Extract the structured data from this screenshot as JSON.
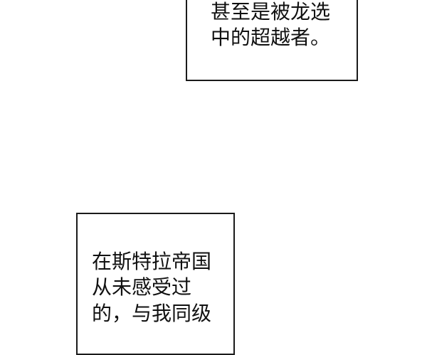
{
  "caption_top": {
    "lines": [
      "甚至是被龙选",
      "中的超越者。"
    ]
  },
  "caption_bottom": {
    "lines": [
      "在斯特拉帝国",
      "从未感受过",
      "的，与我同级"
    ]
  }
}
